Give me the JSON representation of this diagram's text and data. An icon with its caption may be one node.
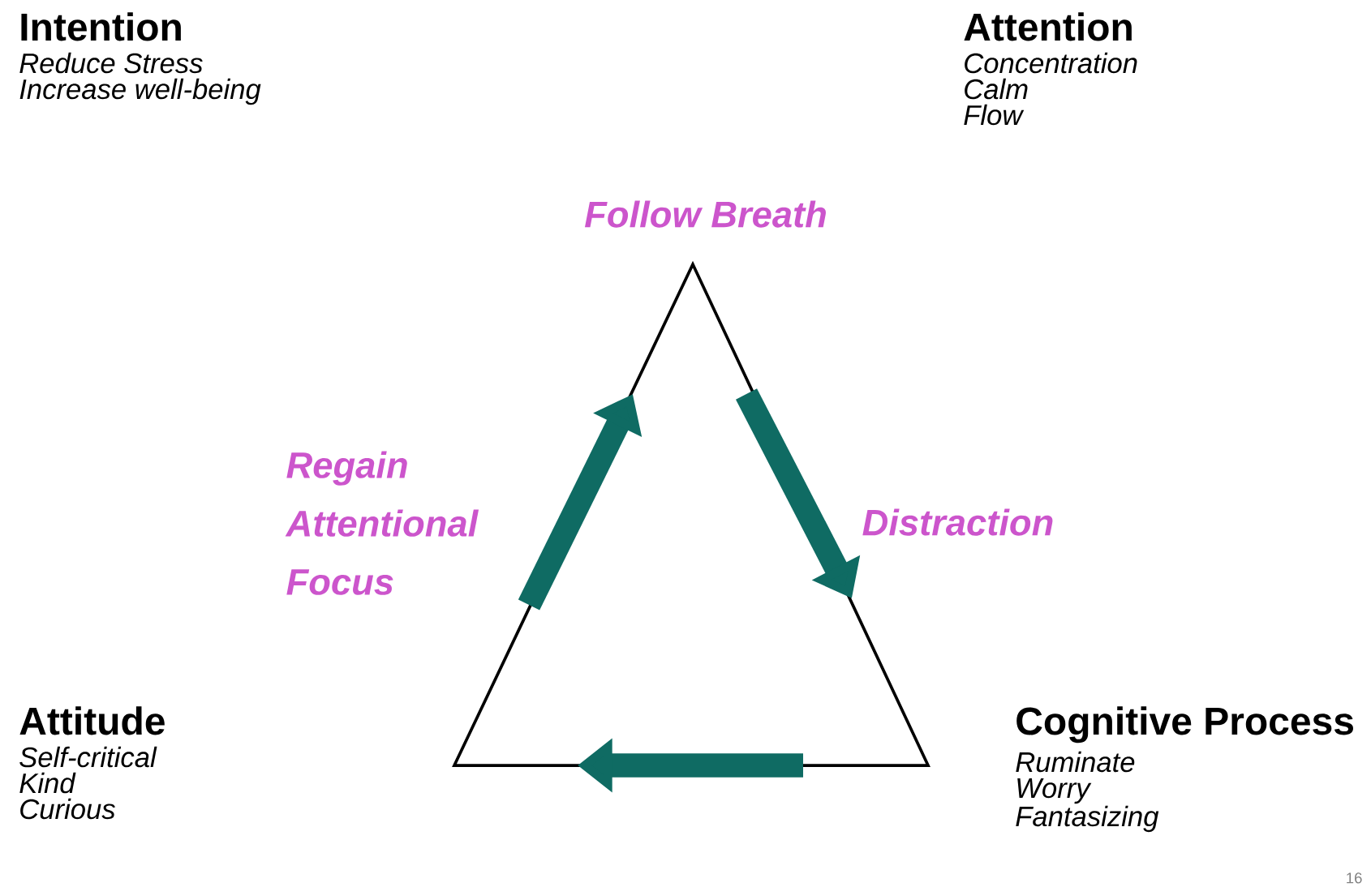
{
  "diagram": {
    "nodes": [
      {
        "text": [
          "Intention",
          "Reduce Stress",
          "Increase well-being"
        ]
      },
      {
        "text": [
          "Attention",
          "Concentration",
          "Calm",
          "Flow"
        ]
      },
      {
        "text": [
          "Attitude",
          "Self-critical",
          "Kind",
          "Curious"
        ]
      },
      {
        "text": [
          "Cognitive Process",
          "Ruminate",
          "Worry",
          "Fantasizing"
        ]
      }
    ],
    "labels": [
      "Follow Breath",
      "Regain Attentional Focus",
      "Distraction",
      "16"
    ]
  }
}
